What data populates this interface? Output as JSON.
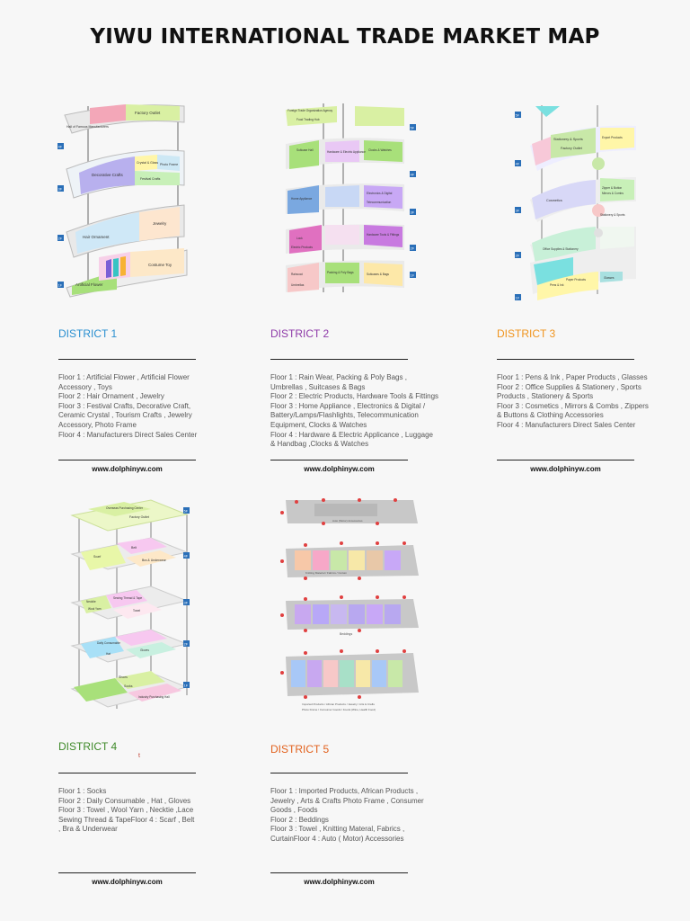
{
  "title": "YIWU INTERNATIONAL TRADE MARKET MAP",
  "stray_mark": "t",
  "colors": {
    "district1": "#2a8fd0",
    "district2": "#8e3aa8",
    "district3": "#f0941e",
    "district4": "#3f8a2a",
    "district5": "#e2621e"
  },
  "districts": [
    {
      "title": "DISTRICT 1",
      "lines": [
        "Floor 1 : Artificial Flower , Artificial Flower",
        "Accessory , Toys",
        "Floor 2 : Hair Ornament , Jewelry",
        "Floor 3 : Festival Crafts, Decorative Craft,",
        "Ceramic Crystal , Tourism Crafts , Jewelry",
        "Accessory, Photo Frame",
        "Floor 4 : Manufacturers Direct Sales Center"
      ],
      "url": "www.dolphinyw.com",
      "map": {
        "floor_markers": [
          "4F",
          "3F",
          "2F",
          "1F"
        ],
        "labels": [
          "Factory Outlet",
          "Hall of Famous Manufacturers",
          "Decorative Crafts",
          "Crystal & Glass",
          "Photo Frame",
          "Festival Crafts",
          "Hair Ornament",
          "Jewelry",
          "Artificial Flower",
          "Costume Toy"
        ]
      }
    },
    {
      "title": "DISTRICT 2",
      "lines": [
        "Floor 1 : Rain Wear, Packing & Poly Bags ,",
        "Umbrellas , Suitcases & Bags",
        "Floor 2 : Electric Products, Hardware Tools & Fittings",
        "Floor 3 : Home Appliance , Electronics & Digital /",
        "Battery/Lamps/Flashlights, Telecommunication",
        "Equipment, Clocks & Watches",
        "Floor 4 : Hardware & Electric Applicance , Luggage",
        "& Handbag ,Clocks & Watches"
      ],
      "url": "www.dolphinyw.com",
      "map": {
        "floor_markers": [
          "5F",
          "4F",
          "3F",
          "2F",
          "1F"
        ],
        "labels": [
          "Foreign Trade Organization Agency",
          "Food Trading Hub",
          "Suitcase Hall",
          "Hardware & Electric Appliance",
          "Clocks & Watches",
          "Home Appliance",
          "Electronics & Digital",
          "Telecommunication",
          "Lock",
          "Hardware Tools & Fittings",
          "Electric Products",
          "Raincoat",
          "Packing & Poly Bags",
          "Umbrellas",
          "Suitcases & Bags"
        ]
      }
    },
    {
      "title": "DISTRICT 3",
      "lines": [
        "Floor 1 : Pens & Ink , Paper Products , Glasses",
        "Floor 2 : Office Supplies & Stationery , Sports",
        "Products , Stationery & Sports",
        "Floor 3 : Cosmetics , Mirrors & Combs , Zippers",
        "& Buttons & Clothing Accessories",
        "Floor 4 : Manufacturers Direct Sales Center"
      ],
      "url": "www.dolphinyw.com",
      "map": {
        "floor_markers": [
          "5F",
          "4F",
          "3F",
          "2F",
          "1F"
        ],
        "labels": [
          "Stationery & Sports",
          "Factory Outlet",
          "Export Products",
          "Zipper & Button",
          "Cosmetics",
          "Mirrors & Combs",
          "Stationery & Sports",
          "Office Supplies & Stationery",
          "Pens & Ink",
          "Paper Products",
          "Glasses"
        ]
      }
    },
    {
      "title": "DISTRICT 4",
      "lines": [
        "Floor 1 : Socks",
        "Floor 2 : Daily Consumable , Hat , Gloves",
        "Floor 3 : Towel , Wool Yarn , Necktie ,Lace",
        "Sewing Thread & TapeFloor 4 : Scarf , Belt",
        " , Bra & Underwear"
      ],
      "url": "www.dolphinyw.com",
      "map": {
        "floor_markers": [
          "5F",
          "4F",
          "3F",
          "2F",
          "1F"
        ],
        "labels": [
          "Overseas Purchasing Center",
          "Factory Outlet",
          "Scarf",
          "Belt",
          "Bra & Underwear",
          "Necktie",
          "Wool Yarn",
          "Sewing Thread & Tape",
          "Towel",
          "Daily Consumable",
          "Hat",
          "Gloves",
          "Shoes",
          "Socks",
          "Industry Purchasing Hall"
        ]
      }
    },
    {
      "title": "DISTRICT 5",
      "lines": [
        "Floor 1 : Imported Products, African Products ,",
        "Jewelry , Arts & Crafts Photo Frame , Consumer",
        "Goods , Foods",
        "Floor 2 : Beddings",
        "Floor 3 : Towel , Knitting Materal, Fabrics ,",
        "CurtainFloor 4 : Auto ( Motor) Accessories"
      ],
      "url": "www.dolphinyw.com",
      "map": {
        "captions": [
          "Auto (Motor) Accessories",
          "Knitting Material / Fabrics / Curtain",
          "Beddings",
          "Imported Products / African Products / Jewelry / Arts & Crafts",
          "Photo Frame / Consumer Goods / Foods (Wine, Health Food)"
        ]
      }
    }
  ]
}
